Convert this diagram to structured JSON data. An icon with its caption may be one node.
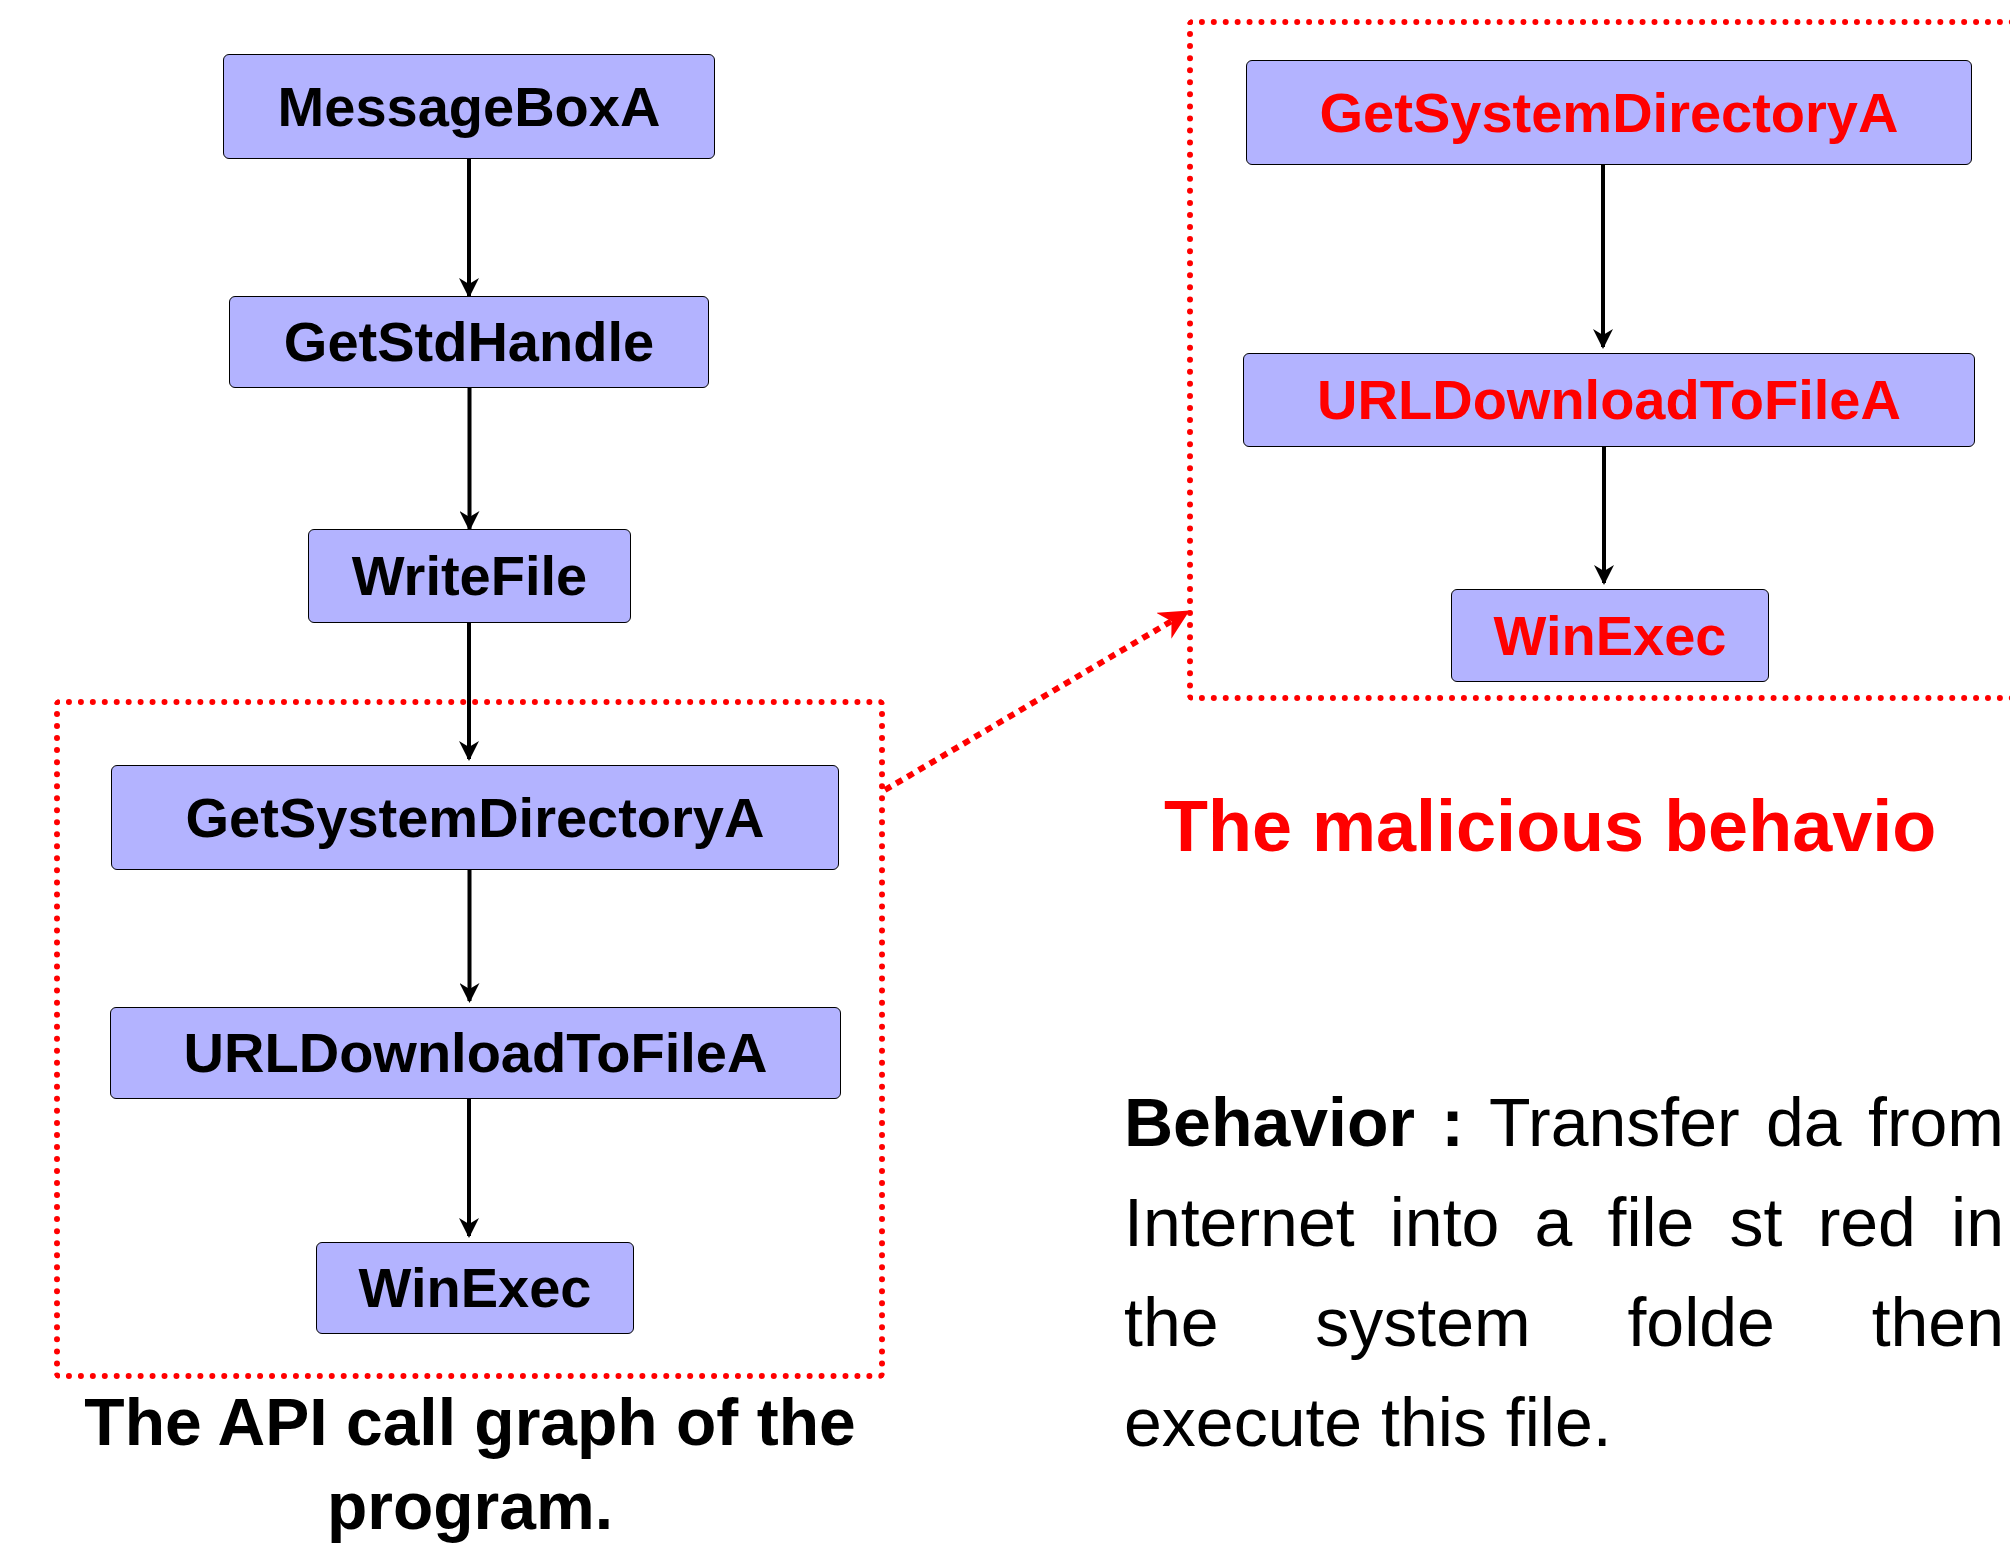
{
  "diagram": {
    "nodes": [
      {
        "text": [
          "MessageBoxA"
        ]
      },
      {
        "text": [
          "GetStdHandle"
        ]
      },
      {
        "text": [
          "WriteFile"
        ]
      },
      {
        "text": [],
        "shape": "box"
      },
      {
        "text": [
          "GetSystemDirectoryA"
        ],
        "in": 3
      },
      {
        "text": [
          "URLDownloadToFileA"
        ],
        "in": 3
      },
      {
        "text": [
          "WinExec"
        ],
        "in": 3
      },
      {
        "text": [],
        "shape": "box"
      },
      {
        "text": [
          "GetSystemDirectoryA"
        ],
        "in": 7
      },
      {
        "text": [
          "URLDownloadToFileA"
        ],
        "in": 7
      },
      {
        "text": [
          "WinExec"
        ],
        "in": 7
      }
    ],
    "edges": [
      {
        "from": 0,
        "to": 1,
        "arrow": "to"
      },
      {
        "from": 1,
        "to": 2,
        "arrow": "to"
      },
      {
        "from": 2,
        "to": 4,
        "arrow": "to"
      },
      {
        "from": 4,
        "to": 5,
        "arrow": "to"
      },
      {
        "from": 5,
        "to": 6,
        "arrow": "to"
      },
      {
        "from": 3,
        "to": 7,
        "arrow": "to",
        "style": "dashed",
        "color": "#ff0000"
      },
      {
        "from": 8,
        "to": 9,
        "arrow": "to"
      },
      {
        "from": 9,
        "to": 10,
        "arrow": "to"
      }
    ],
    "labels": [
      "The malicious behavio",
      "**Behavior :** Transfer da from Internet into a file st red in the system folde then execute this file.",
      "The API call graph of the program."
    ]
  }
}
